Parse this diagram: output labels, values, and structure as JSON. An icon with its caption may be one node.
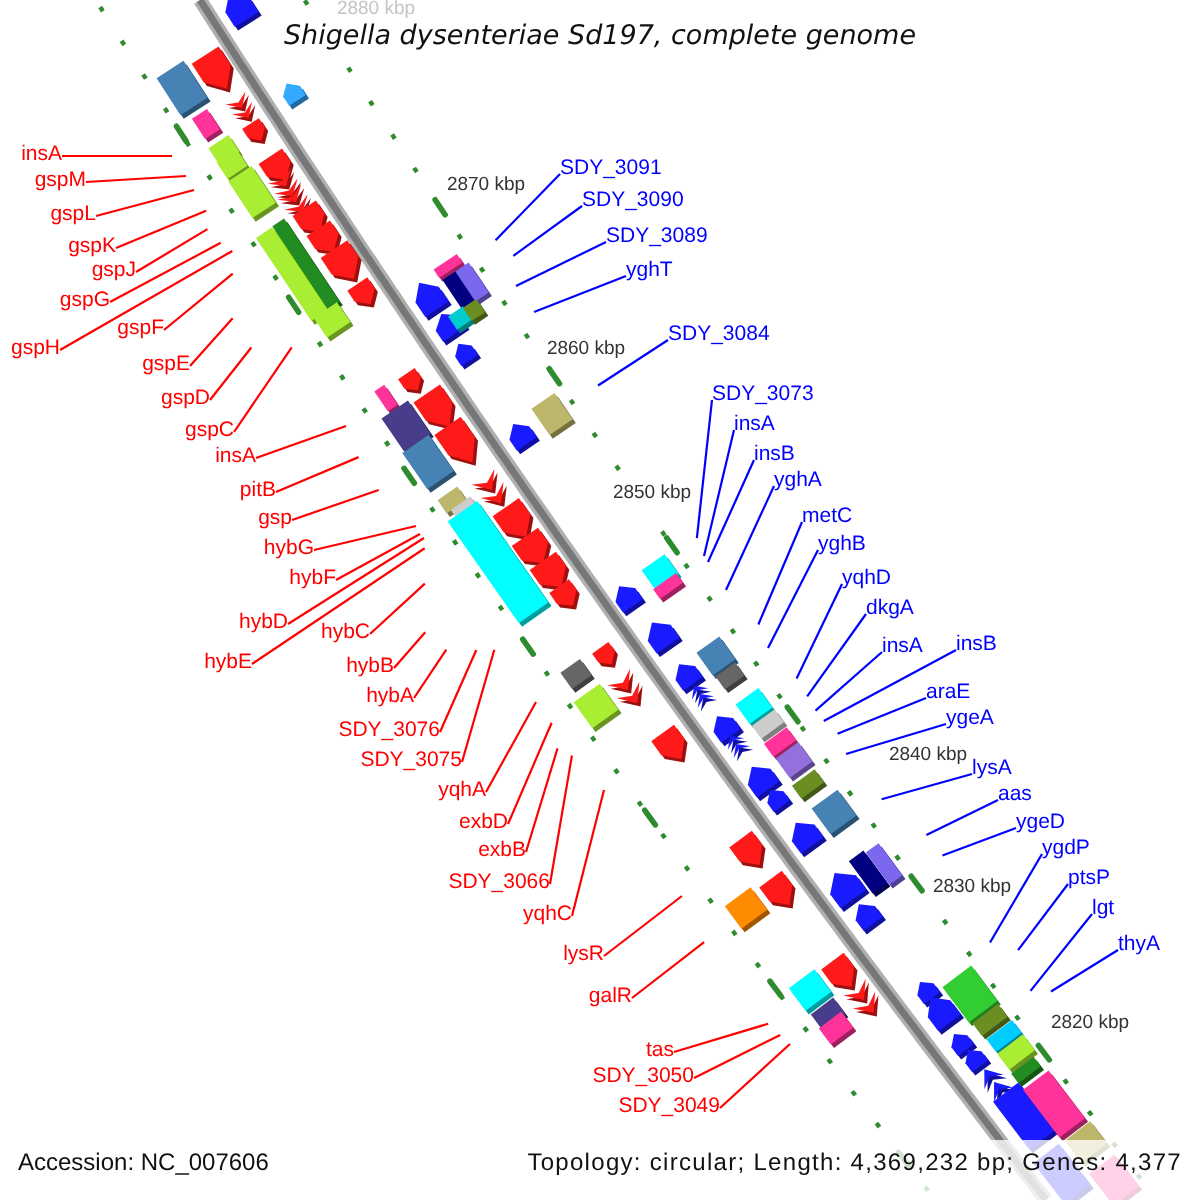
{
  "diagram": {
    "title": "Shigella dysenteriae Sd197, complete genome",
    "nodes": [
      {
        "text": [
          "insA"
        ]
      },
      {
        "text": [
          "gspM"
        ]
      },
      {
        "text": [
          "gspL"
        ]
      },
      {
        "text": [
          "gspK"
        ]
      },
      {
        "text": [
          "gspJ"
        ]
      },
      {
        "text": [
          "gspG"
        ]
      },
      {
        "text": [
          "gspF"
        ]
      },
      {
        "text": [
          "gspH"
        ]
      },
      {
        "text": [
          "gspE"
        ]
      },
      {
        "text": [
          "gspD"
        ]
      },
      {
        "text": [
          "gspC"
        ]
      },
      {
        "text": [
          "insA"
        ]
      },
      {
        "text": [
          "pitB"
        ]
      },
      {
        "text": [
          "gsp"
        ]
      },
      {
        "text": [
          "hybG"
        ]
      },
      {
        "text": [
          "hybF"
        ]
      },
      {
        "text": [
          "hybD"
        ]
      },
      {
        "text": [
          "hybC"
        ]
      },
      {
        "text": [
          "hybE"
        ]
      },
      {
        "text": [
          "hybB"
        ]
      },
      {
        "text": [
          "hybA"
        ]
      },
      {
        "text": [
          "SDY_3076"
        ]
      },
      {
        "text": [
          "SDY_3075"
        ]
      },
      {
        "text": [
          "yqhA"
        ]
      },
      {
        "text": [
          "exbD"
        ]
      },
      {
        "text": [
          "exbB"
        ]
      },
      {
        "text": [
          "SDY_3066"
        ]
      },
      {
        "text": [
          "yqhC"
        ]
      },
      {
        "text": [
          "lysR"
        ]
      },
      {
        "text": [
          "galR"
        ]
      },
      {
        "text": [
          "tas"
        ]
      },
      {
        "text": [
          "SDY_3050"
        ]
      },
      {
        "text": [
          "SDY_3049"
        ]
      },
      {
        "text": [
          "SDY_3091"
        ]
      },
      {
        "text": [
          "SDY_3090"
        ]
      },
      {
        "text": [
          "SDY_3089"
        ]
      },
      {
        "text": [
          "yghT"
        ]
      },
      {
        "text": [
          "SDY_3084"
        ]
      },
      {
        "text": [
          "SDY_3073"
        ]
      },
      {
        "text": [
          "insA"
        ]
      },
      {
        "text": [
          "insB"
        ]
      },
      {
        "text": [
          "yghA"
        ]
      },
      {
        "text": [
          "metC"
        ]
      },
      {
        "text": [
          "yghB"
        ]
      },
      {
        "text": [
          "yqhD"
        ]
      },
      {
        "text": [
          "dkgA"
        ]
      },
      {
        "text": [
          "insA"
        ]
      },
      {
        "text": [
          "insB"
        ]
      },
      {
        "text": [
          "araE"
        ]
      },
      {
        "text": [
          "ygeA"
        ]
      },
      {
        "text": [
          "lysA"
        ]
      },
      {
        "text": [
          "aas"
        ]
      },
      {
        "text": [
          "ygeD"
        ]
      },
      {
        "text": [
          "ygdP"
        ]
      },
      {
        "text": [
          "ptsP"
        ]
      },
      {
        "text": [
          "lgt"
        ]
      },
      {
        "text": [
          "thyA"
        ]
      }
    ],
    "edges": [
      {
        "from": 0,
        "to": null,
        "arrow": "none"
      },
      {
        "from": 1,
        "to": null,
        "arrow": "none"
      },
      {
        "from": 2,
        "to": null,
        "arrow": "none"
      },
      {
        "from": 3,
        "to": null,
        "arrow": "none"
      },
      {
        "from": 4,
        "to": null,
        "arrow": "none"
      },
      {
        "from": 5,
        "to": null,
        "arrow": "none"
      },
      {
        "from": 6,
        "to": null,
        "arrow": "none"
      },
      {
        "from": 7,
        "to": null,
        "arrow": "none"
      },
      {
        "from": 8,
        "to": null,
        "arrow": "none"
      },
      {
        "from": 9,
        "to": null,
        "arrow": "none"
      },
      {
        "from": 10,
        "to": null,
        "arrow": "none"
      },
      {
        "from": 11,
        "to": null,
        "arrow": "none"
      },
      {
        "from": 12,
        "to": null,
        "arrow": "none"
      },
      {
        "from": 13,
        "to": null,
        "arrow": "none"
      },
      {
        "from": 14,
        "to": null,
        "arrow": "none"
      },
      {
        "from": 15,
        "to": null,
        "arrow": "none"
      },
      {
        "from": 16,
        "to": null,
        "arrow": "none"
      },
      {
        "from": 17,
        "to": null,
        "arrow": "none"
      },
      {
        "from": 18,
        "to": null,
        "arrow": "none"
      },
      {
        "from": 19,
        "to": null,
        "arrow": "none"
      },
      {
        "from": 20,
        "to": null,
        "arrow": "none"
      },
      {
        "from": 21,
        "to": null,
        "arrow": "none"
      },
      {
        "from": 22,
        "to": null,
        "arrow": "none"
      },
      {
        "from": 23,
        "to": null,
        "arrow": "none"
      },
      {
        "from": 24,
        "to": null,
        "arrow": "none"
      },
      {
        "from": 25,
        "to": null,
        "arrow": "none"
      },
      {
        "from": 26,
        "to": null,
        "arrow": "none"
      },
      {
        "from": 27,
        "to": null,
        "arrow": "none"
      },
      {
        "from": 28,
        "to": null,
        "arrow": "none"
      },
      {
        "from": 29,
        "to": null,
        "arrow": "none"
      },
      {
        "from": 30,
        "to": null,
        "arrow": "none"
      },
      {
        "from": 31,
        "to": null,
        "arrow": "none"
      },
      {
        "from": 32,
        "to": null,
        "arrow": "none"
      },
      {
        "from": 33,
        "to": null,
        "arrow": "none",
        "color": "#0000ff"
      },
      {
        "from": 34,
        "to": null,
        "arrow": "none",
        "color": "#0000ff"
      },
      {
        "from": 35,
        "to": null,
        "arrow": "none",
        "color": "#0000ff"
      },
      {
        "from": 36,
        "to": null,
        "arrow": "none",
        "color": "#0000ff"
      },
      {
        "from": 37,
        "to": null,
        "arrow": "none",
        "color": "#0000ff"
      },
      {
        "from": 38,
        "to": null,
        "arrow": "none",
        "color": "#0000ff"
      },
      {
        "from": 39,
        "to": null,
        "arrow": "none",
        "color": "#0000ff"
      },
      {
        "from": 40,
        "to": null,
        "arrow": "none",
        "color": "#0000ff"
      },
      {
        "from": 41,
        "to": null,
        "arrow": "none",
        "color": "#0000ff"
      },
      {
        "from": 42,
        "to": null,
        "arrow": "none",
        "color": "#0000ff"
      },
      {
        "from": 43,
        "to": null,
        "arrow": "none",
        "color": "#0000ff"
      },
      {
        "from": 44,
        "to": null,
        "arrow": "none",
        "color": "#0000ff"
      },
      {
        "from": 45,
        "to": null,
        "arrow": "none",
        "color": "#0000ff"
      },
      {
        "from": 46,
        "to": null,
        "arrow": "none",
        "color": "#0000ff"
      },
      {
        "from": 47,
        "to": null,
        "arrow": "none",
        "color": "#0000ff"
      },
      {
        "from": 48,
        "to": null,
        "arrow": "none",
        "color": "#0000ff"
      },
      {
        "from": 49,
        "to": null,
        "arrow": "none",
        "color": "#0000ff"
      },
      {
        "from": 50,
        "to": null,
        "arrow": "none",
        "color": "#0000ff"
      },
      {
        "from": 51,
        "to": null,
        "arrow": "none",
        "color": "#0000ff"
      },
      {
        "from": 52,
        "to": null,
        "arrow": "none",
        "color": "#0000ff"
      },
      {
        "from": 53,
        "to": null,
        "arrow": "none",
        "color": "#0000ff"
      },
      {
        "from": 54,
        "to": null,
        "arrow": "none",
        "color": "#0000ff"
      },
      {
        "from": 55,
        "to": null,
        "arrow": "none",
        "color": "#0000ff"
      },
      {
        "from": 56,
        "to": null,
        "arrow": "none",
        "color": "#0000ff"
      }
    ],
    "labels": [
      "2880 kbp",
      "2870 kbp",
      "2860 kbp",
      "2850 kbp",
      "2840 kbp",
      "2830 kbp",
      "2820 kbp",
      "Accession: NC_007606",
      "Topology: circular; Length: 4,369,232 bp; Genes: 4,377"
    ]
  }
}
